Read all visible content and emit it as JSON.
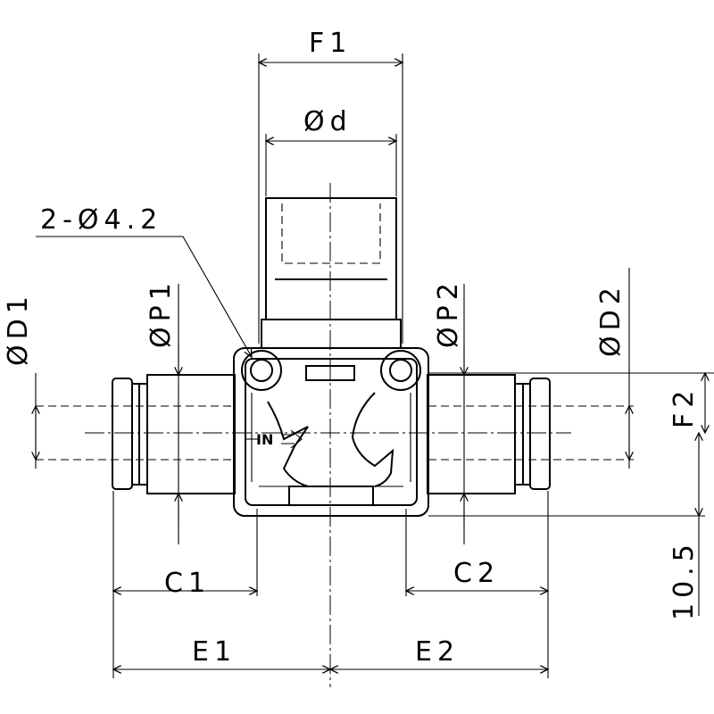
{
  "labels": {
    "F1": "F1",
    "d": "Ød",
    "holes": "2-Ø4.2",
    "D1_left": "ØD1",
    "P1": "ØP1",
    "P2": "ØP2",
    "D2": "ØD2",
    "F2": "F2",
    "C1": "C1",
    "C2": "C2",
    "E1": "E1",
    "E2": "E2",
    "dim_105": "10.5",
    "flow_mark": "IN"
  }
}
